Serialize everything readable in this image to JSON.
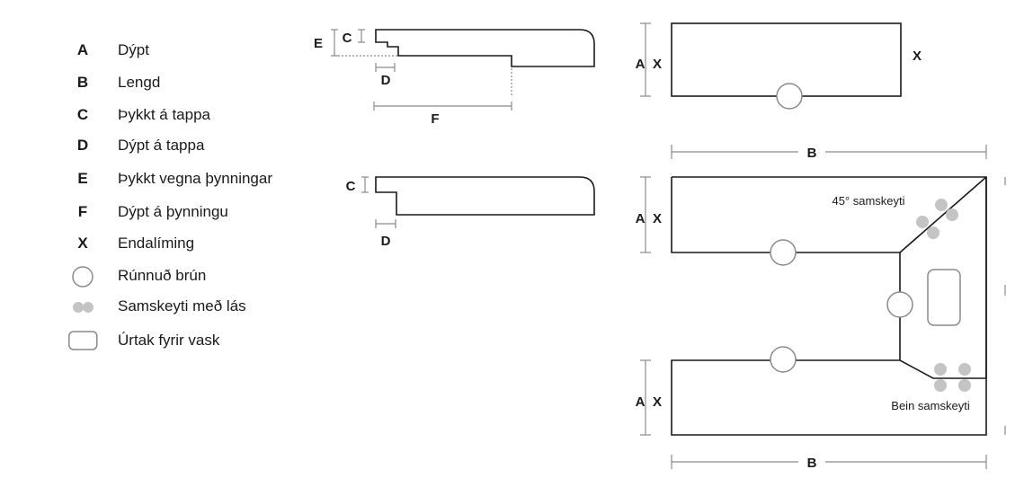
{
  "legend": [
    {
      "key": "A",
      "label": "Dýpt"
    },
    {
      "key": "B",
      "label": "Lengd"
    },
    {
      "key": "C",
      "label": "Þykkt á tappa"
    },
    {
      "key": "D",
      "label": "Dýpt á tappa"
    },
    {
      "key": "E",
      "label": "Þykkt vegna þynningar"
    },
    {
      "key": "F",
      "label": "Dýpt á þynningu"
    },
    {
      "key": "X",
      "label": "Endalíming"
    },
    {
      "symbol": "circle-icon",
      "label": "Rúnnuð brún"
    },
    {
      "symbol": "double-dot-icon",
      "label": "Samskeyti með lás"
    },
    {
      "symbol": "rounded-rect-icon",
      "label": "Úrtak fyrir vask"
    }
  ],
  "profiles": {
    "thinned": {
      "c": "C",
      "e": "E",
      "d": "D",
      "f": "F"
    },
    "standard": {
      "c": "C",
      "d": "D"
    }
  },
  "straight": {
    "a": "A",
    "x_left": "X",
    "x_right": "X",
    "b": "B"
  },
  "u_shape": {
    "a_top": "A",
    "x_top": "X",
    "a_bottom": "A",
    "x_bottom": "X",
    "b": "B",
    "note_miter": "45° samskeyti",
    "note_straight": "Bein samskeyti"
  },
  "colors": {
    "line": "#1a1a1a",
    "dim": "#8a8a8a",
    "joint": "#c4c4c4",
    "round": "#8a8a8a"
  }
}
